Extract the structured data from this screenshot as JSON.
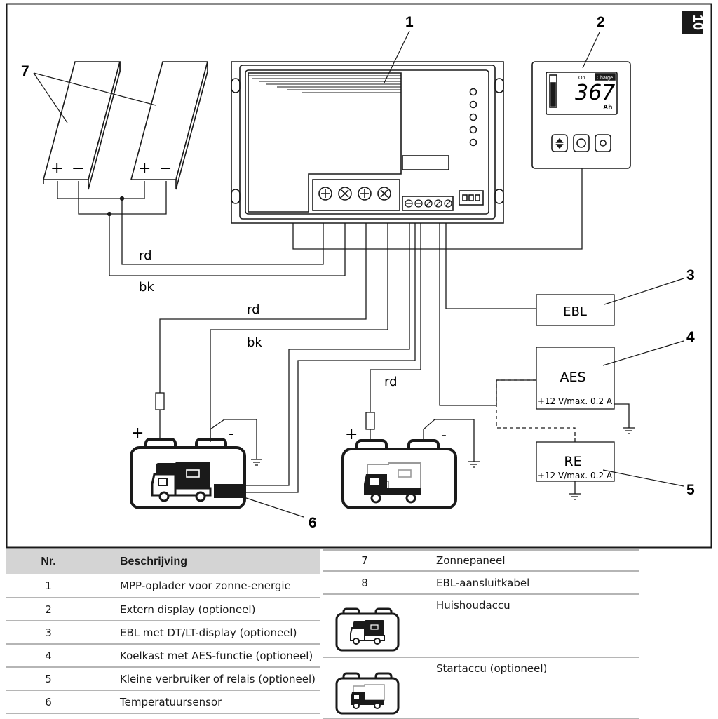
{
  "page_tab": "10",
  "callouts": {
    "c1": "1",
    "c2": "2",
    "c3": "3",
    "c4": "4",
    "c5": "5",
    "c6": "6",
    "c7": "7"
  },
  "panels": {
    "plus": "+",
    "minus": "−"
  },
  "wires": {
    "rd": "rd",
    "bk": "bk"
  },
  "display": {
    "on_label": "On",
    "charge_label": "Charge",
    "value": "367",
    "unit": "Ah"
  },
  "boxes": {
    "ebl": "EBL",
    "aes": "AES",
    "aes_spec": "+12 V/max. 0.2 A",
    "re": "RE",
    "re_spec": "+12 V/max. 0.2 A"
  },
  "battery": {
    "plus": "+",
    "minus": "-"
  },
  "legend": {
    "header_nr": "Nr.",
    "header_desc": "Beschrijving",
    "left_rows": [
      {
        "nr": "1",
        "desc": "MPP-oplader voor zonne-energie"
      },
      {
        "nr": "2",
        "desc": "Extern display (optioneel)"
      },
      {
        "nr": "3",
        "desc": "EBL met DT/LT-display (optioneel)"
      },
      {
        "nr": "4",
        "desc": "Koelkast met AES-functie (optioneel)"
      },
      {
        "nr": "5",
        "desc": "Kleine verbruiker of relais (optioneel)"
      },
      {
        "nr": "6",
        "desc": "Temperatuursensor"
      }
    ],
    "right_rows": [
      {
        "nr": "7",
        "desc": "Zonnepaneel"
      },
      {
        "nr": "8",
        "desc": "EBL-aansluitkabel"
      },
      {
        "nr": "",
        "desc": "Huishoudaccu",
        "icon": "house-battery-icon"
      },
      {
        "nr": "",
        "desc": "Startaccu (optioneel)",
        "icon": "starter-battery-icon"
      }
    ]
  }
}
